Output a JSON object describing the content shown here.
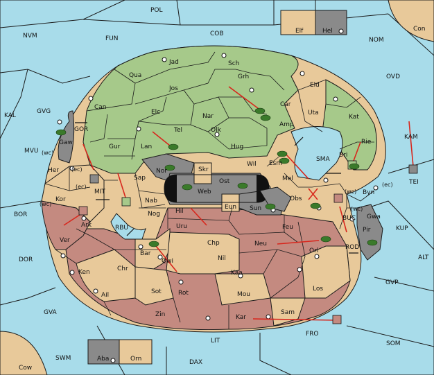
{
  "colors": {
    "sea": "#a8dcea",
    "neutral": "#e8c99a",
    "green": "#a6c98a",
    "red": "#c48a80",
    "grey": "#8a8a8a",
    "black": "#111111",
    "arrow": "#d8261c",
    "army": "#3a7a2a"
  },
  "sea_labels": [
    "POL",
    "NVM",
    "FUN",
    "COB",
    "NOM",
    "Con",
    "OVD",
    "KAL",
    "GVG",
    "KAM",
    "MVU",
    "TEI",
    "BOR",
    "KUP",
    "DOR",
    "ALT",
    "GVP",
    "GVA",
    "FRO",
    "SOM",
    "LIT",
    "SWM",
    "DAX",
    "Cow"
  ],
  "land_labels": [
    "Jad",
    "Sch",
    "Qua",
    "Grh",
    "Jos",
    "Can",
    "Eld",
    "Car",
    "Elc",
    "Nar",
    "Uta",
    "Kat",
    "Tel",
    "Amp",
    "Olk",
    "Gur",
    "Lan",
    "Hug",
    "Rie",
    "Bri",
    "Esm",
    "Wil",
    "SMA",
    "Nor",
    "Skr",
    "Ost",
    "Sap",
    "Mel",
    "Web",
    "Byn",
    "Eun",
    "Sun",
    "Obs",
    "Nab",
    "Hil",
    "Nog",
    "Gwa",
    "Uru",
    "Feu",
    "Pir",
    "Chp",
    "Neu",
    "Orl",
    "Bar",
    "Qwi",
    "Nil",
    "Kaa",
    "Sot",
    "Rot",
    "Mou",
    "Los",
    "Zin",
    "Sam",
    "Kar",
    "Elf",
    "Hel",
    "Gaw",
    "GOR",
    "Her",
    "Kor",
    "Ark",
    "MIT",
    "RBU",
    "BUC",
    "ROD",
    "Ver",
    "Ken",
    "Chr",
    "Ail",
    "Aba",
    "Orn"
  ],
  "coast_tags": [
    "(wc)",
    "(ec)",
    "(ec)",
    "(wc)",
    "(wc)",
    "(ec)",
    "(wc)"
  ],
  "unit_icons": [
    "army-icon",
    "fleet-icon",
    "sun-icon"
  ]
}
